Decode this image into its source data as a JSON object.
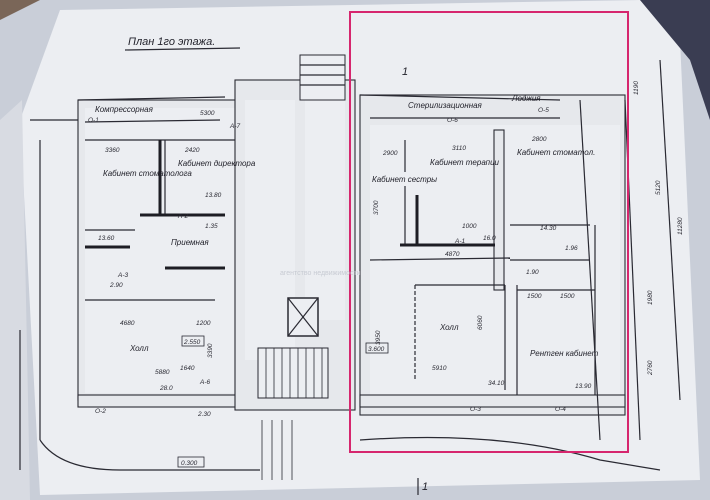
{
  "title": "План 1го этажа.",
  "highlight_color": "#d6266e",
  "section_marker": "1",
  "rooms": {
    "compressor": "Компрессорная",
    "dentist_left": "Кабинет стоматолога",
    "director": "Кабинет директора",
    "reception": "Приемная",
    "hall_left": "Холл",
    "sterilization": "Стерилизационная",
    "loggia": "Лоджия",
    "sister": "Кабинет сестры",
    "therapy": "Кабинет терапии",
    "dentist_right": "Кабинет стоматол.",
    "hall_right": "Холл",
    "xray": "Рентген кабинет"
  },
  "dimensions": {
    "d5300": "5300",
    "d3360": "3360",
    "d2420": "2420",
    "d4680": "4680",
    "d5880": "5880",
    "d1200": "1200",
    "d3390": "3390",
    "d1640": "1640",
    "d3110": "3110",
    "d2800": "2800",
    "d2900": "2900",
    "d4870": "4870",
    "d5910": "5910",
    "d6060": "6060",
    "d1500a": "1500",
    "d1500b": "1500",
    "d1000": "1000",
    "d3950": "3950",
    "d5120": "5120",
    "d11280": "11280",
    "d1980": "1980",
    "d2760": "2760",
    "d1190": "1190",
    "d3700": "3700"
  },
  "areas": {
    "a13_60": "13.60",
    "a2_90": "2.90",
    "a2_30": "2.30",
    "a28_0": "28.0",
    "a16_0": "16.0",
    "a14_30": "14.30",
    "a1_96": "1.96",
    "a1_90": "1.90",
    "a34_10": "34.10",
    "a13_90": "13.90",
    "a13_8": "13.80",
    "a1_35": "1.35"
  },
  "box_labels": {
    "b2550": "2.550",
    "b3600": "3.600",
    "b0300": "0.300"
  },
  "marks": {
    "o1": "O-1",
    "o2": "O-2",
    "o3": "O-3",
    "o4": "O-4",
    "o5": "O-5",
    "o6": "O-6",
    "a1": "A-1",
    "a2": "A-2",
    "a3": "A-3",
    "a6": "A-6",
    "a7": "A-7"
  },
  "watermark": "агентство недвижимости"
}
